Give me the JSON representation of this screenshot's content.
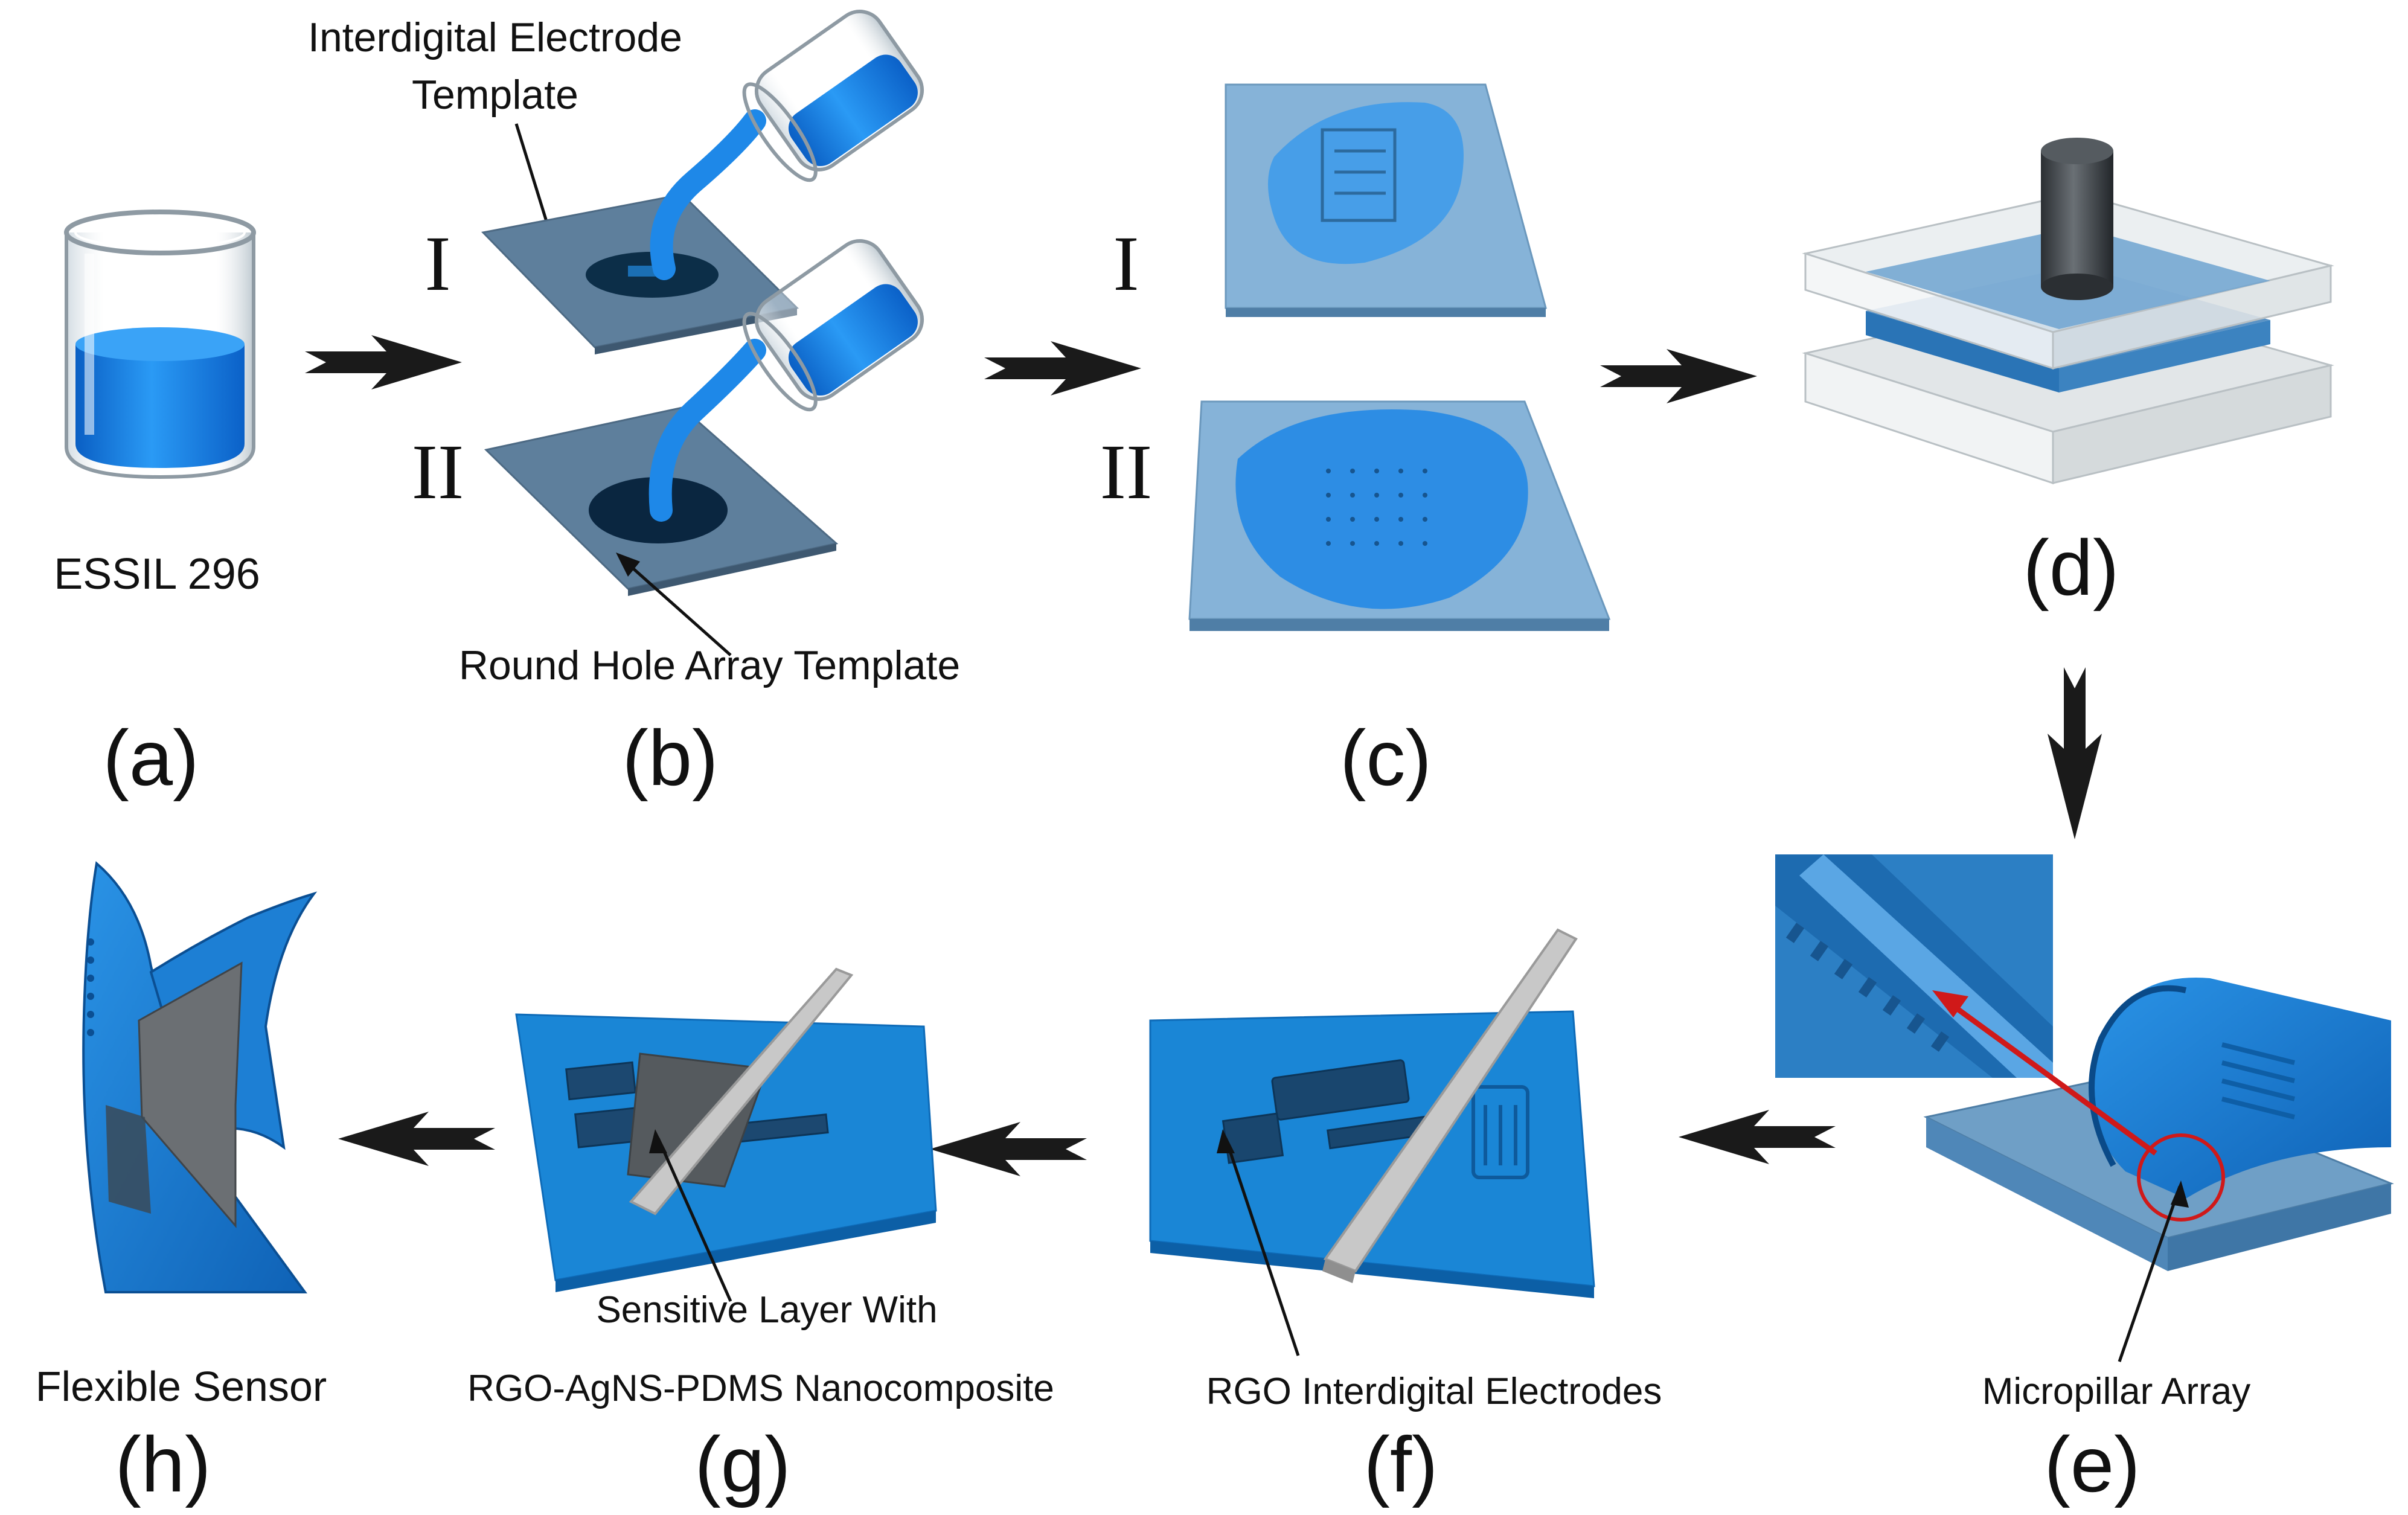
{
  "panels": {
    "a": {
      "label": "(a)",
      "material": "ESSIL 296"
    },
    "b": {
      "label": "(b)",
      "roman_top": "I",
      "roman_bottom": "II",
      "template_top_line1": "Interdigital Electrode",
      "template_top_line2": "Template",
      "template_bottom": "Round Hole Array Template"
    },
    "c": {
      "label": "(c)",
      "roman_top": "I",
      "roman_bottom": "II"
    },
    "d": {
      "label": "(d)"
    },
    "e": {
      "label": "(e)",
      "callout": "Micropillar Array"
    },
    "f": {
      "label": "(f)",
      "callout": "RGO Interdigital Electrodes"
    },
    "g": {
      "label": "(g)",
      "callout_line1": "Sensitive Layer With",
      "callout_line2": "RGO-AgNS-PDMS Nanocomposite"
    },
    "h": {
      "label": "(h)",
      "caption": "Flexible Sensor"
    }
  },
  "colors": {
    "liquid_blue": "#1e7ee0",
    "pdms_blue": "#1a86d6",
    "substrate_blue": "#6f9fc6",
    "template_gray": "#5b7a96",
    "glass": "#d9e6ee",
    "arrow": "#1a1a1a",
    "highlight_red": "#d01919"
  },
  "icons": [
    "beaker-icon",
    "pouring-beaker-icon",
    "template-plate-icon",
    "cured-film-icon",
    "press-mold-icon",
    "peel-film-icon",
    "spatula-icon",
    "flexible-sensor-icon",
    "process-arrow-icon"
  ]
}
